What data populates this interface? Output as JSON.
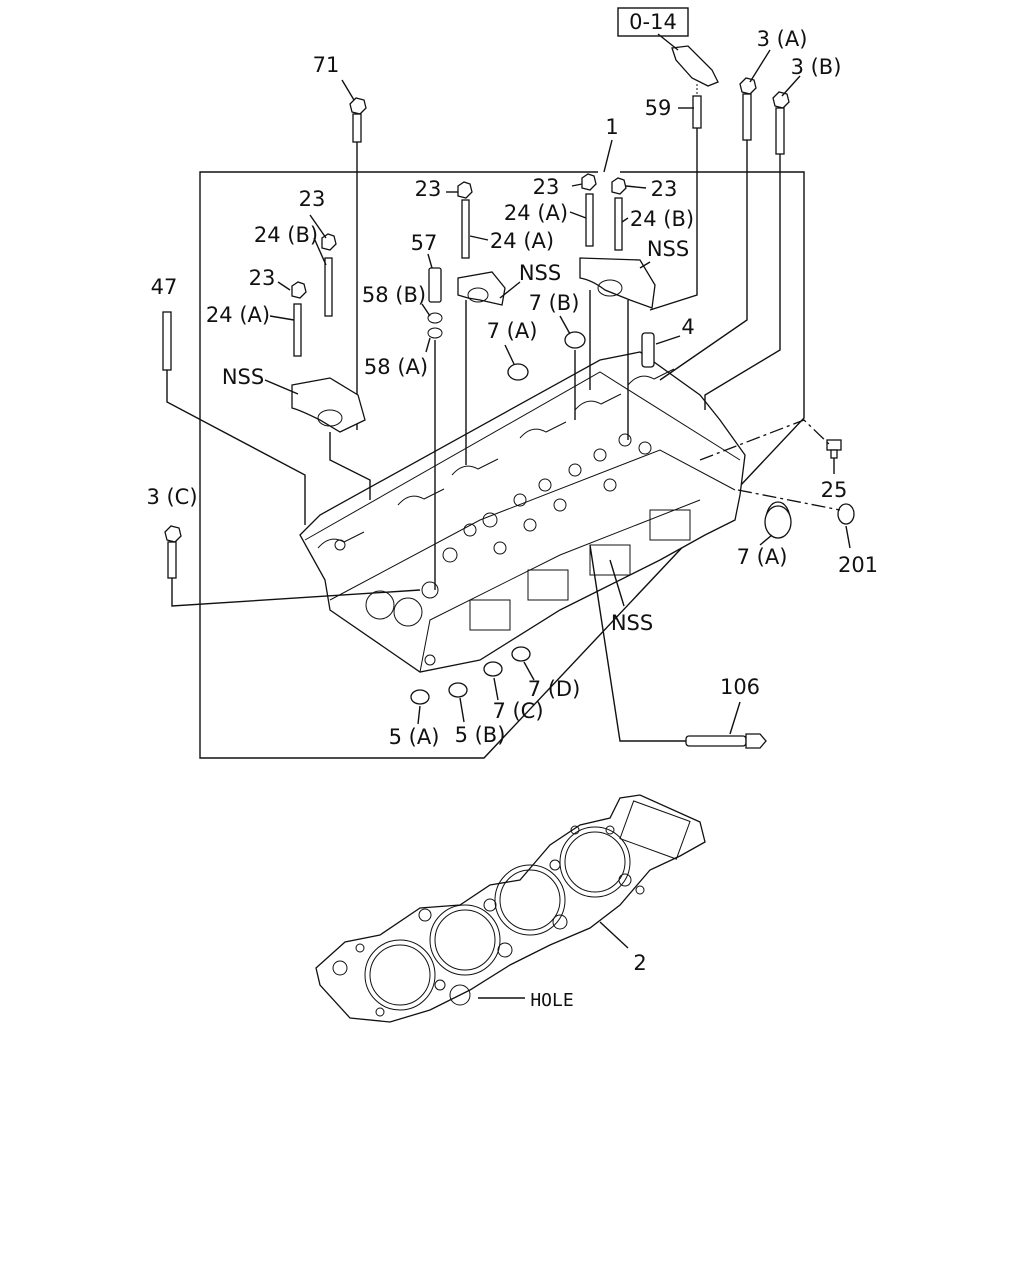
{
  "reference_box": "0-14",
  "labels": {
    "l71": "71",
    "l59": "59",
    "l3A": "3 (A)",
    "l3B": "3 (B)",
    "l1": "1",
    "l23_a": "23",
    "l23_b": "23",
    "l23_c": "23",
    "l23_d": "23",
    "l23_e": "23",
    "l24B_a": "24 (B)",
    "l24A_a": "24 (A)",
    "l24A_b": "24 (A)",
    "l24A_c": "24 (A)",
    "l24B_b": "24 (B)",
    "l57": "57",
    "l58B": "58 (B)",
    "l58A": "58 (A)",
    "lNSS_a": "NSS",
    "lNSS_b": "NSS",
    "lNSS_c": "NSS",
    "lNSS_d": "NSS",
    "l47": "47",
    "l7B": "7 (B)",
    "l7A_a": "7 (A)",
    "l7A_b": "7 (A)",
    "l4": "4",
    "l25": "25",
    "l201": "201",
    "l3C": "3 (C)",
    "l7D": "7 (D)",
    "l7C": "7 (C)",
    "l5A": "5 (A)",
    "l5B": "5 (B)",
    "l106": "106",
    "l2": "2",
    "lHOLE": "HOLE"
  }
}
